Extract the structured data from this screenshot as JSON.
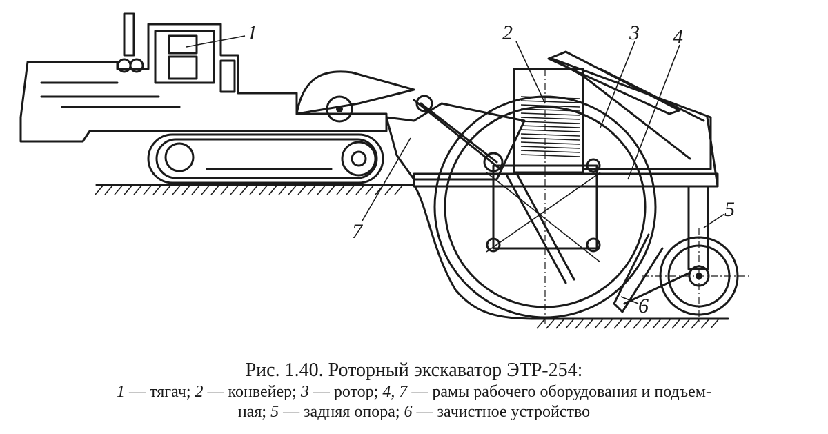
{
  "callouts": [
    "1",
    "2",
    "3",
    "4",
    "5",
    "6",
    "7"
  ],
  "caption": {
    "title": "Рис. 1.40. Роторный экскаватор ЭТР-254:",
    "legend": [
      {
        "num": "1",
        "text": " — тягач; "
      },
      {
        "num": "2",
        "text": " — конвейер; "
      },
      {
        "num": "3",
        "text": " — ротор; "
      },
      {
        "num": "4, 7",
        "text": " — рамы рабочего оборудования и подъем-"
      },
      {
        "num": "",
        "text": "ная; "
      },
      {
        "num": "5",
        "text": " — задняя опора; "
      },
      {
        "num": "6",
        "text": " — зачистное устройство"
      }
    ]
  }
}
